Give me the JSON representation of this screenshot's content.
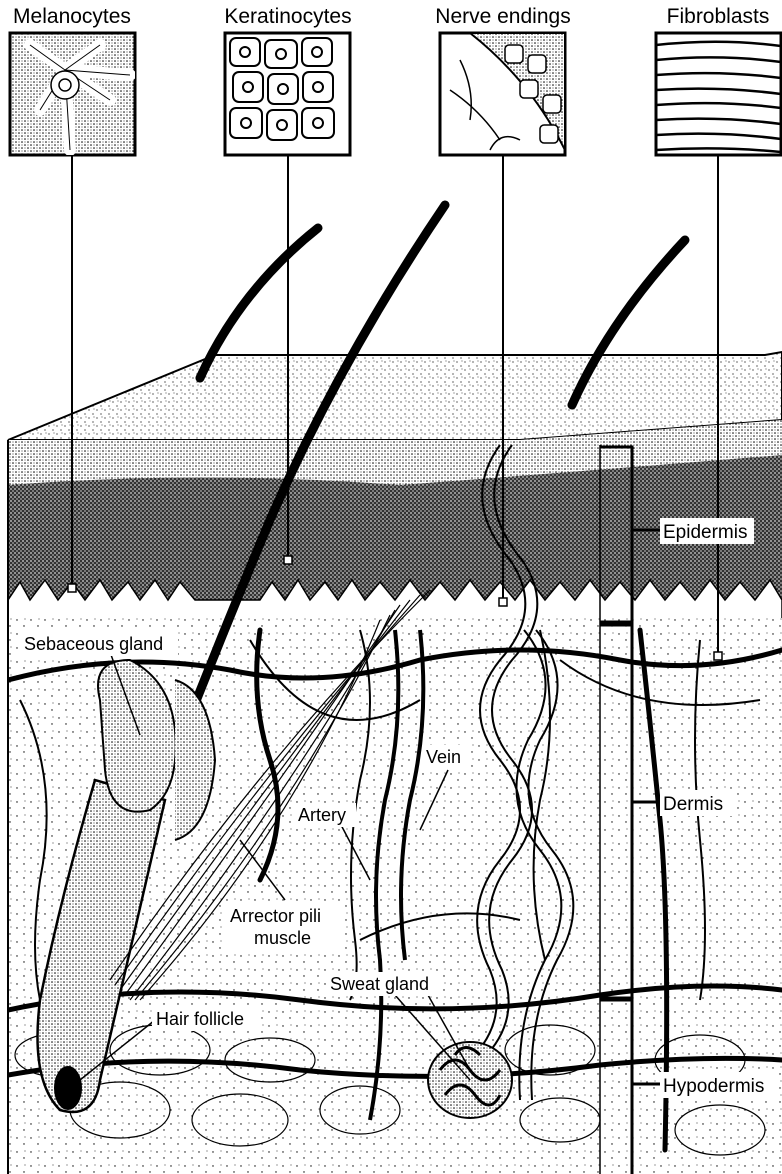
{
  "cell_panels": [
    {
      "key": "melanocytes",
      "label": "Melanocytes"
    },
    {
      "key": "keratinocytes",
      "label": "Keratinocytes"
    },
    {
      "key": "nerve_endings",
      "label": "Nerve endings"
    },
    {
      "key": "fibroblasts",
      "label": "Fibroblasts"
    }
  ],
  "structures": {
    "sebaceous_gland": "Sebaceous gland",
    "vein": "Vein",
    "artery": "Artery",
    "arrector_pili_line1": "Arrector pili",
    "arrector_pili_line2": "muscle",
    "sweat_gland": "Sweat gland",
    "hair_follicle": "Hair follicle"
  },
  "layers": {
    "epidermis": "Epidermis",
    "dermis": "Dermis",
    "hypodermis": "Hypodermis"
  }
}
